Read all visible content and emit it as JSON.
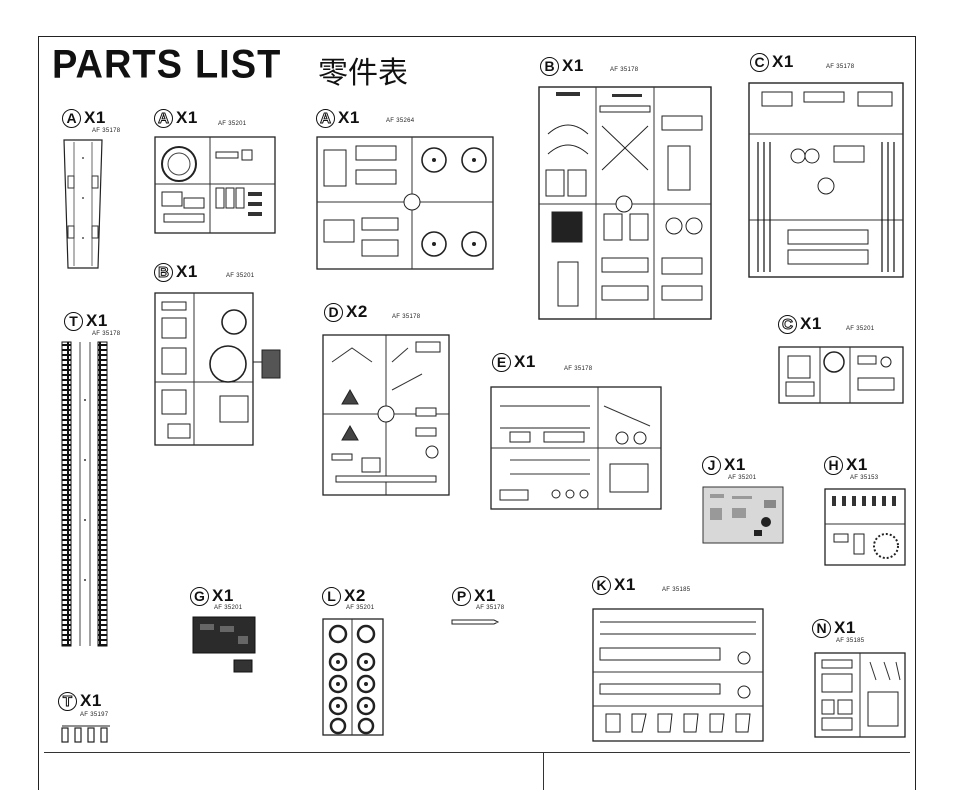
{
  "header": {
    "title_word1": "PARTS",
    "title_word2": "LIST",
    "title_cn": "零件表"
  },
  "parts": [
    {
      "id": "A1",
      "letter": "A",
      "qty": "X1",
      "code": "AF 35178",
      "style": "solid"
    },
    {
      "id": "A2",
      "letter": "A",
      "qty": "X1",
      "code": "AF 35201",
      "style": "outline"
    },
    {
      "id": "A3",
      "letter": "A",
      "qty": "X1",
      "code": "AF 35264",
      "style": "outline"
    },
    {
      "id": "B1",
      "letter": "B",
      "qty": "X1",
      "code": "AF 35178",
      "style": "solid"
    },
    {
      "id": "C1",
      "letter": "C",
      "qty": "X1",
      "code": "AF 35178",
      "style": "solid"
    },
    {
      "id": "B2",
      "letter": "B",
      "qty": "X1",
      "code": "AF 35201",
      "style": "outline"
    },
    {
      "id": "D",
      "letter": "D",
      "qty": "X2",
      "code": "AF 35178",
      "style": "solid"
    },
    {
      "id": "E",
      "letter": "E",
      "qty": "X1",
      "code": "AF 35178",
      "style": "solid"
    },
    {
      "id": "C2",
      "letter": "C",
      "qty": "X1",
      "code": "AF 35201",
      "style": "outline"
    },
    {
      "id": "T1",
      "letter": "T",
      "qty": "X1",
      "code": "AF 35178",
      "style": "solid"
    },
    {
      "id": "J",
      "letter": "J",
      "qty": "X1",
      "code": "AF 35201",
      "style": "solid"
    },
    {
      "id": "H",
      "letter": "H",
      "qty": "X1",
      "code": "AF 35153",
      "style": "solid"
    },
    {
      "id": "G",
      "letter": "G",
      "qty": "X1",
      "code": "AF 35201",
      "style": "solid"
    },
    {
      "id": "L",
      "letter": "L",
      "qty": "X2",
      "code": "AF 35201",
      "style": "solid"
    },
    {
      "id": "P",
      "letter": "P",
      "qty": "X1",
      "code": "AF 35178",
      "style": "solid"
    },
    {
      "id": "K",
      "letter": "K",
      "qty": "X1",
      "code": "AF 35185",
      "style": "solid"
    },
    {
      "id": "N",
      "letter": "N",
      "qty": "X1",
      "code": "AF 35185",
      "style": "solid"
    },
    {
      "id": "T2",
      "letter": "T",
      "qty": "X1",
      "code": "AF 35197",
      "style": "outline"
    }
  ]
}
